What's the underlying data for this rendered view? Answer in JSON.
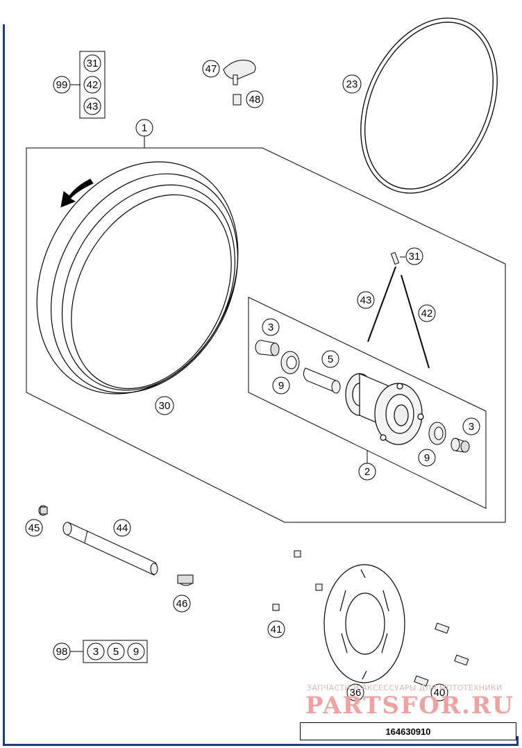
{
  "diagram": {
    "document_number": "164630910",
    "watermark": {
      "subtitle": "ЗАПЧАСТИ И АКСЕССУАРЫ ДЛЯ МОТОТЕХНИКИ",
      "logo": "PARTSFOR.RU"
    },
    "callouts": {
      "c1": "1",
      "c2": "2",
      "c3a": "3",
      "c3b": "3",
      "c5": "5",
      "c9a": "9",
      "c9b": "9",
      "c23": "23",
      "c30": "30",
      "c31_kit": "31",
      "c42_kit": "42",
      "c43_kit": "43",
      "c99": "99",
      "c31": "31",
      "c42": "42",
      "c43": "43",
      "c36": "36",
      "c40": "40",
      "c41": "41",
      "c44": "44",
      "c45": "45",
      "c46": "46",
      "c47": "47",
      "c48": "48",
      "c98": "98",
      "c3_kit": "3",
      "c5_kit": "5",
      "c9_kit": "9"
    }
  }
}
